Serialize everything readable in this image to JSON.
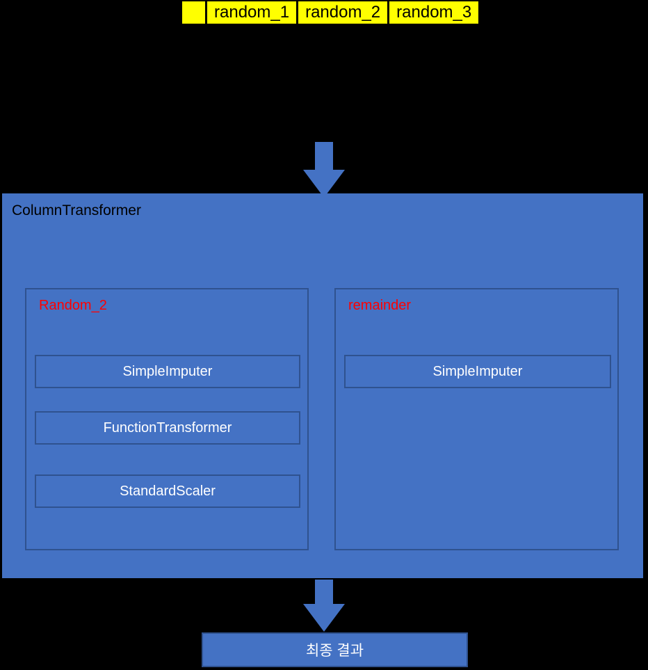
{
  "diagram": {
    "title": "ColumnTransformer pipeline diagram",
    "colors": {
      "background": "#000000",
      "accent_blue": "#4472C4",
      "border_blue": "#2F528F",
      "header_yellow": "#FFFF00",
      "label_red": "#FF0000",
      "text_white": "#FFFFFF",
      "text_black": "#000000"
    }
  },
  "data_header": {
    "cells": [
      {
        "label": "",
        "is_index": true
      },
      {
        "label": "random_1",
        "is_index": false
      },
      {
        "label": "random_2",
        "is_index": false
      },
      {
        "label": "random_3",
        "is_index": false
      }
    ]
  },
  "arrows": [
    {
      "name": "arrow-input-to-columntransformer",
      "direction": "down"
    },
    {
      "name": "arrow-columntransformer-to-result",
      "direction": "down"
    }
  ],
  "column_transformer": {
    "title": "ColumnTransformer",
    "groups": [
      {
        "name": "Random_2",
        "steps": [
          "SimpleImputer",
          "FunctionTransformer",
          "StandardScaler"
        ]
      },
      {
        "name": "remainder",
        "steps": [
          "SimpleImputer"
        ]
      }
    ]
  },
  "result": {
    "label": "최종 결과"
  }
}
